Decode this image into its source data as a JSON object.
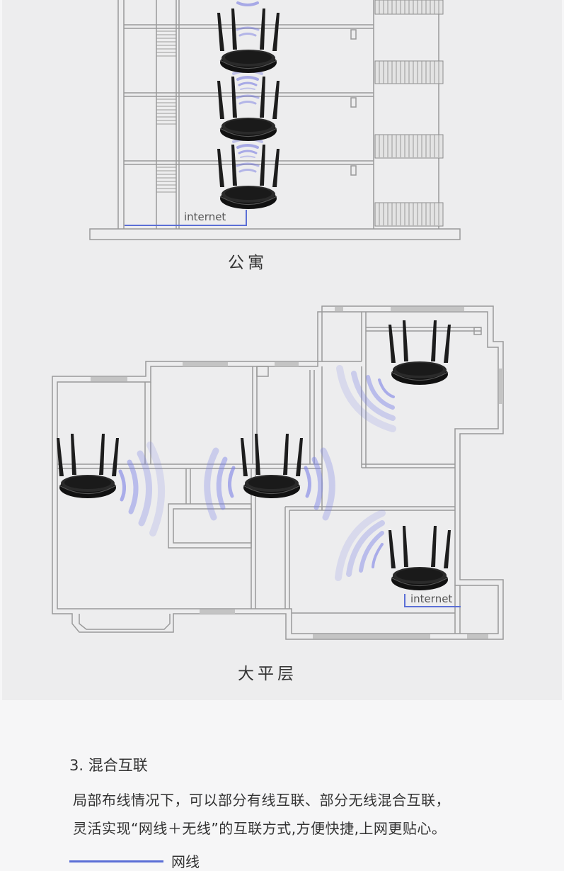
{
  "diagram_labels": {
    "apartment_caption": "公寓",
    "apartment_internet": "internet",
    "flat_caption": "大平层",
    "flat_internet": "internet"
  },
  "section": {
    "title": "3. 混合互联",
    "line1": "局部布线情况下，可以部分有线互联、部分无线混合互联，",
    "line2": "灵活实现“网线＋无线”的互联方式,方便快捷,上网更贴心。"
  },
  "legend": {
    "wired_label": "网线",
    "wired_color": "#5b6fd6"
  },
  "colors": {
    "router_body": "#1b1b1b",
    "signal": "#6f73e0",
    "wall": "#9a9a9a"
  }
}
